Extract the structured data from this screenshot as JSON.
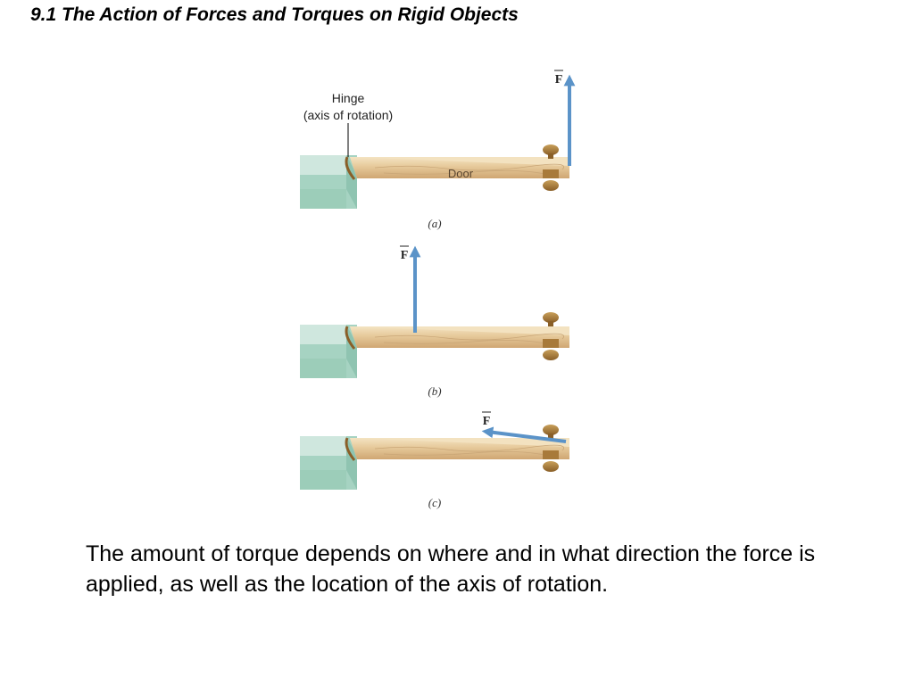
{
  "slide": {
    "title": "9.1 The Action of Forces and Torques on Rigid Objects",
    "caption": "The amount of torque depends on where and in what direction the force is applied, as well as the location of the axis of rotation."
  },
  "figure": {
    "hinge_label_line1": "Hinge",
    "hinge_label_line2": "(axis of rotation)",
    "door_label": "Door",
    "force_symbol": "F",
    "panels": [
      {
        "label": "(a)",
        "force_position": "at door edge",
        "force_direction": "perpendicular"
      },
      {
        "label": "(b)",
        "force_position": "near hinge",
        "force_direction": "perpendicular"
      },
      {
        "label": "(c)",
        "force_position": "at door edge",
        "force_direction": "nearly parallel"
      }
    ],
    "colors": {
      "force_arrow": "#5b93c8",
      "wall": "#a6d3c2",
      "door_wood": "#e8cfa2",
      "knob": "#a87a3a"
    }
  }
}
